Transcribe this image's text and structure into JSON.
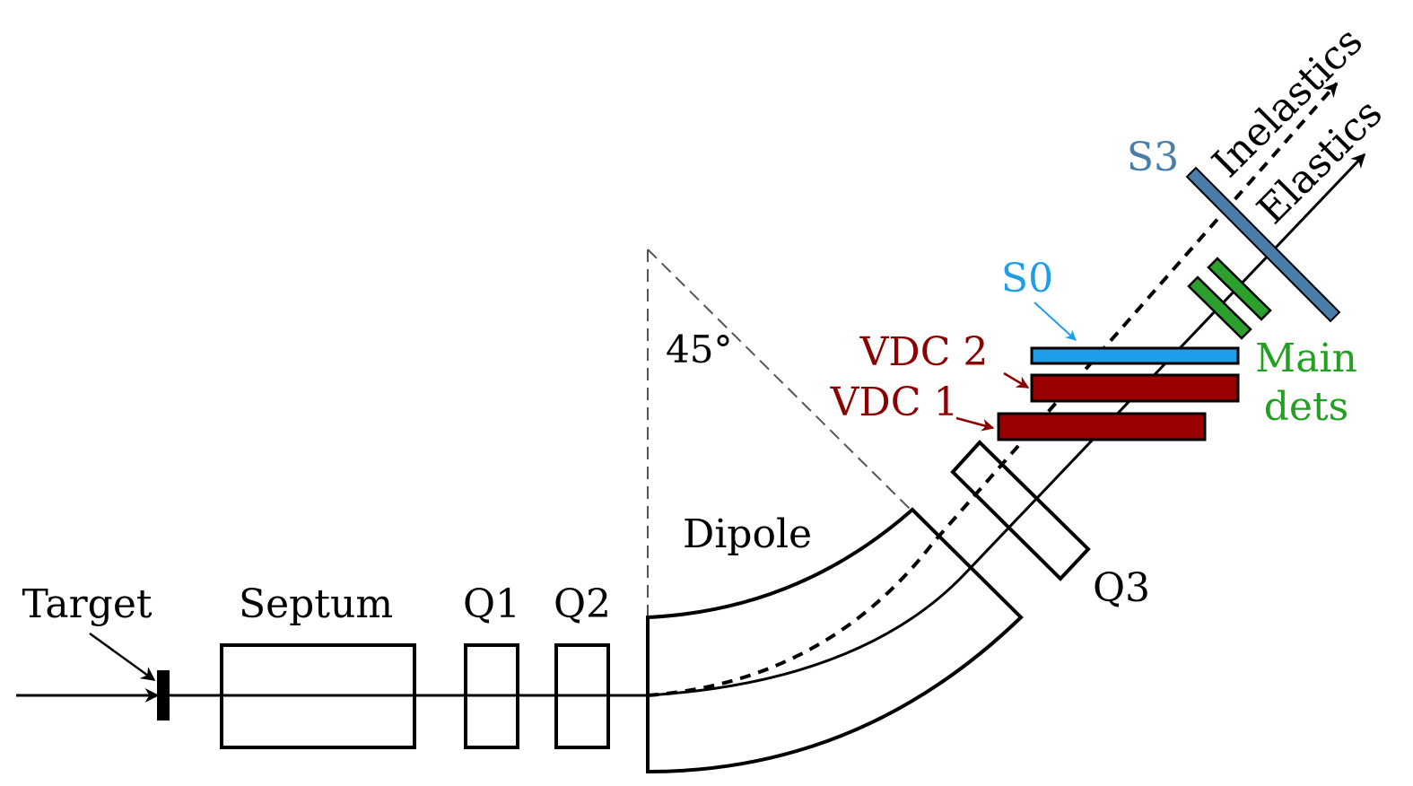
{
  "labels": {
    "target": "Target",
    "septum": "Septum",
    "q1": "Q1",
    "q2": "Q2",
    "dipole": "Dipole",
    "angle": "45°",
    "q3": "Q3",
    "vdc1": "VDC 1",
    "vdc2": "VDC 2",
    "s0": "S0",
    "s3": "S3",
    "main_dets_line1": "Main",
    "main_dets_line2": "dets",
    "inelastics": "Inelastics",
    "elastics": "Elastics"
  },
  "colors": {
    "black": "#000000",
    "vdc": "#9b0000",
    "vdc_label": "#8b0000",
    "s0": "#1e9ee8",
    "s0_label": "#1e9ee8",
    "s3": "#4a7eaa",
    "s3_label": "#4a7eaa",
    "main_dets": "#2ca02c",
    "main_dets_label": "#22a022",
    "guide": "#555555"
  }
}
